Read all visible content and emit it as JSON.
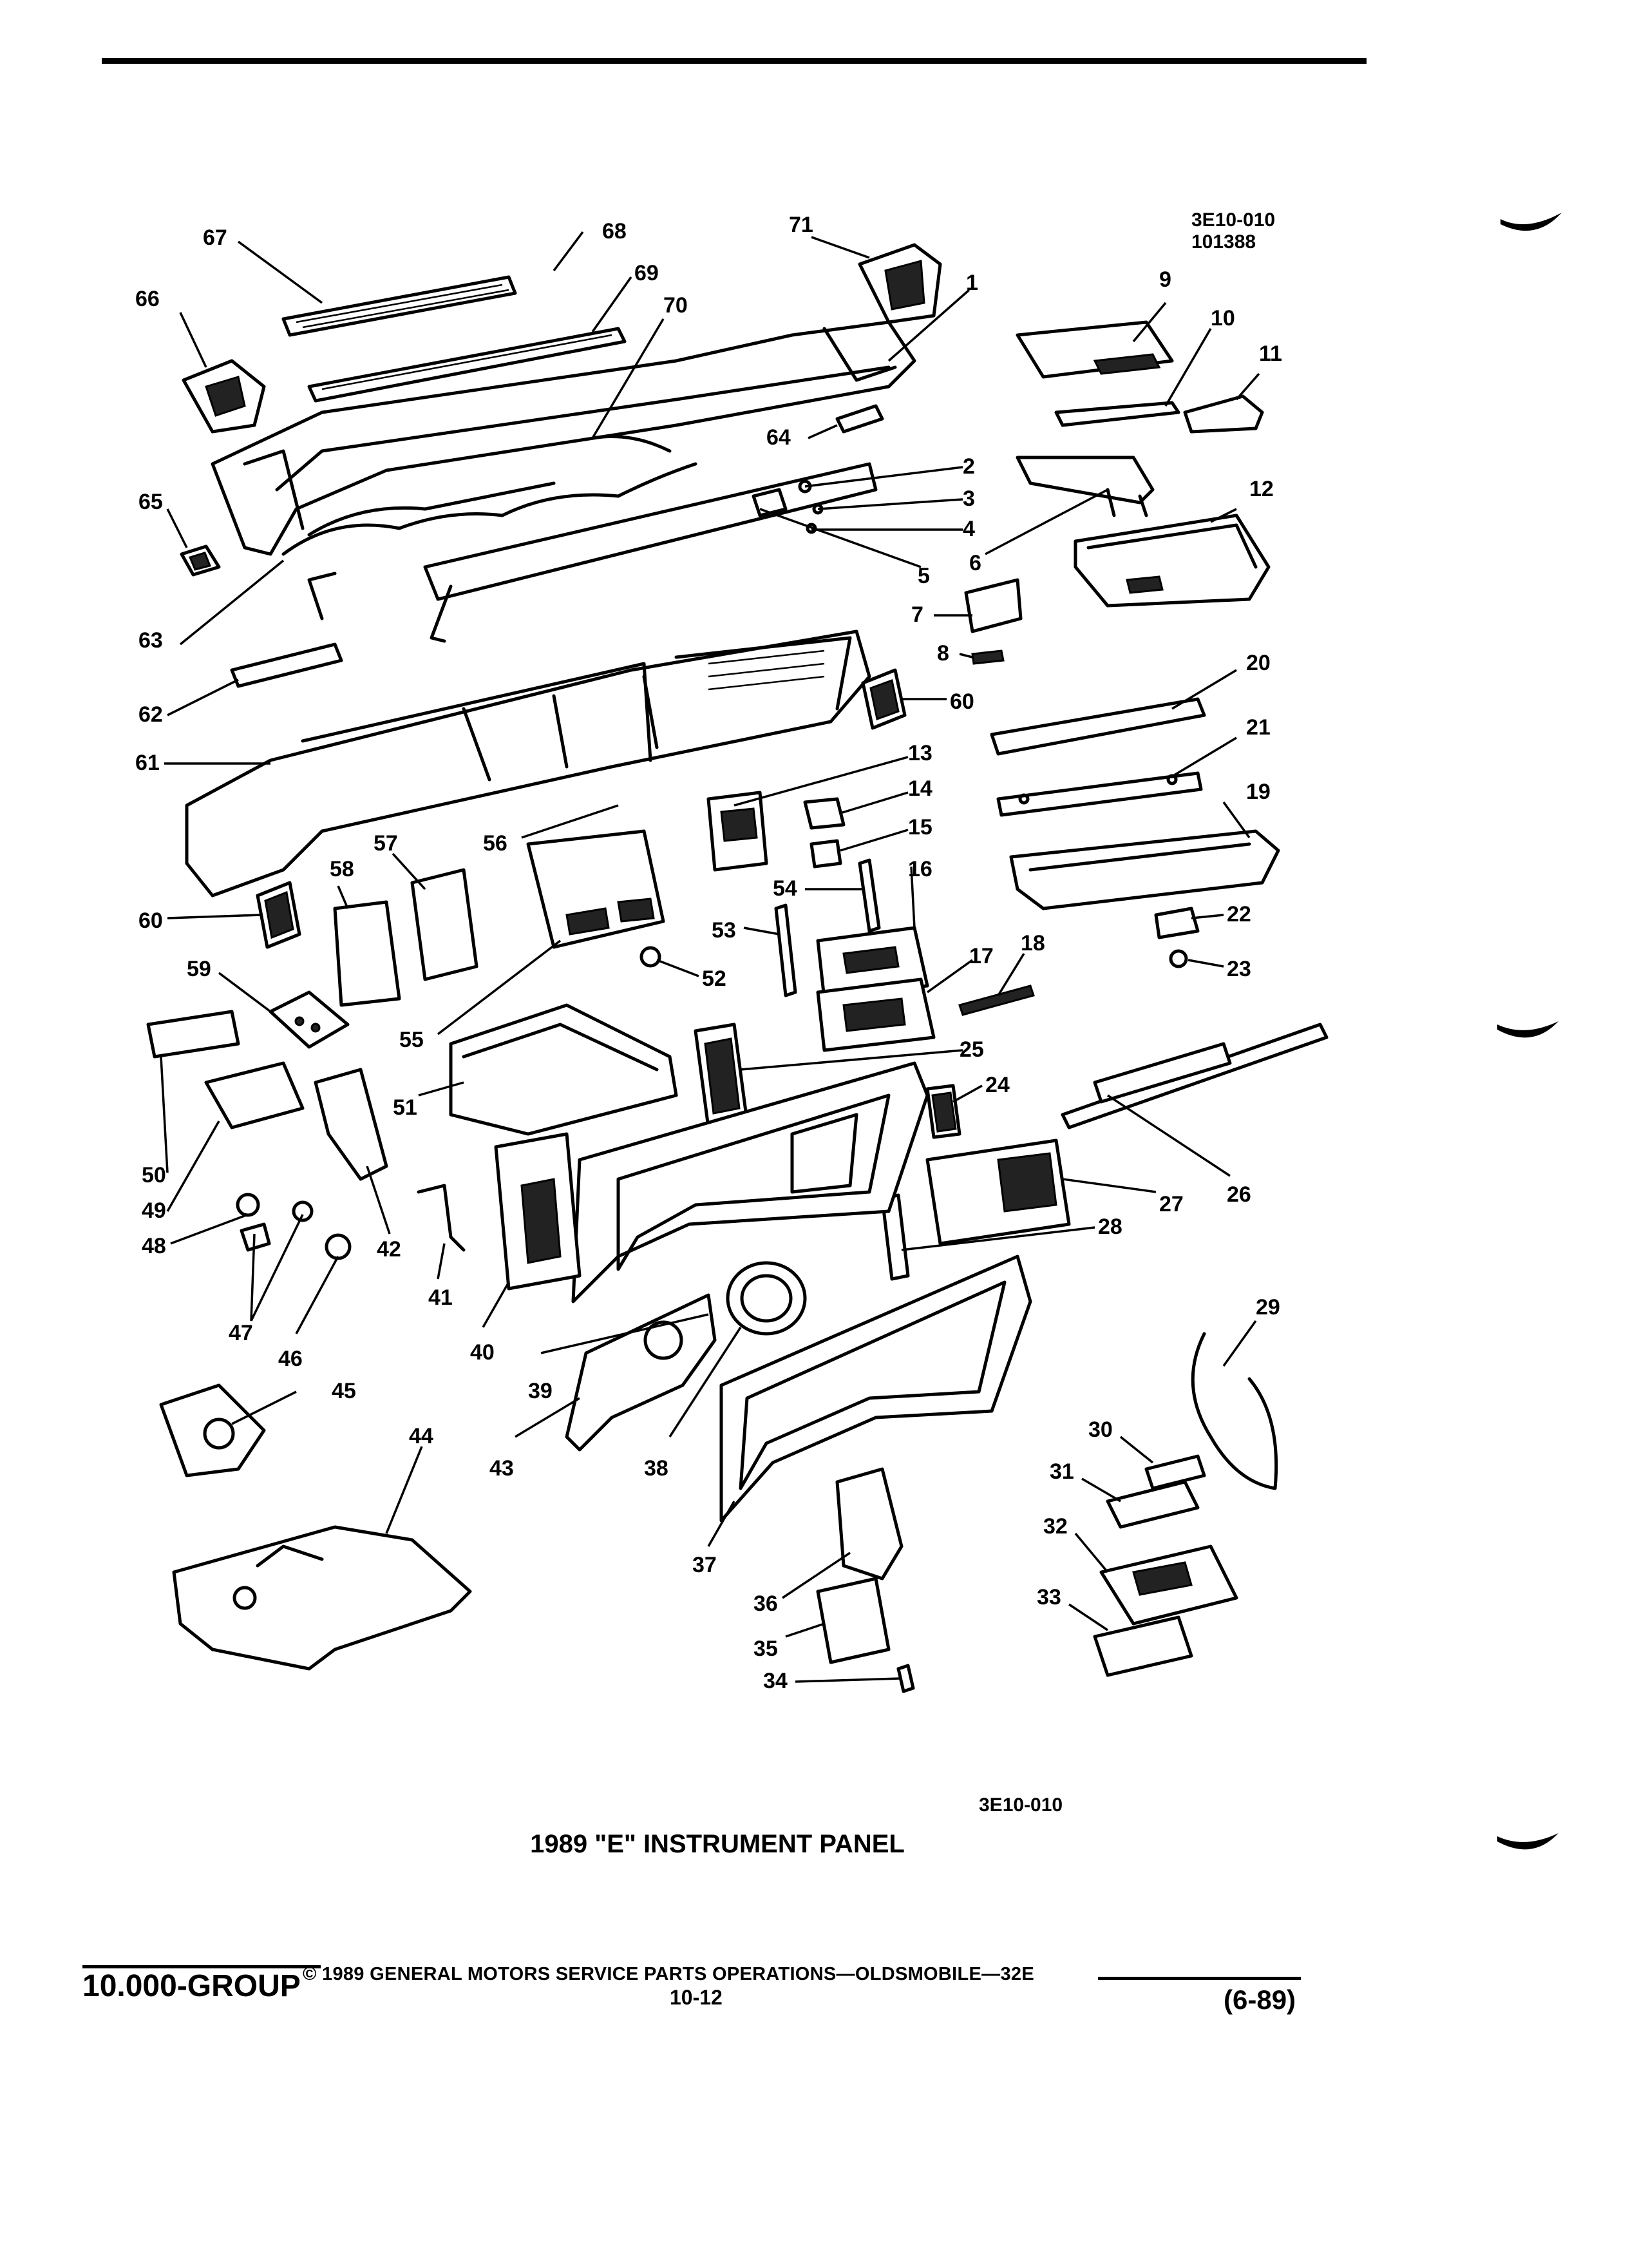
{
  "figure": {
    "code_line1": "3E10-010",
    "code_line2": "101388",
    "bottom_code": "3E10-010",
    "title": "1989 \"E\" INSTRUMENT PANEL"
  },
  "callouts": [
    "1",
    "2",
    "3",
    "4",
    "5",
    "6",
    "7",
    "8",
    "9",
    "10",
    "11",
    "12",
    "13",
    "14",
    "15",
    "16",
    "17",
    "18",
    "19",
    "20",
    "21",
    "22",
    "23",
    "24",
    "25",
    "26",
    "27",
    "28",
    "29",
    "30",
    "31",
    "32",
    "33",
    "34",
    "35",
    "36",
    "37",
    "38",
    "39",
    "40",
    "41",
    "42",
    "43",
    "44",
    "45",
    "46",
    "47",
    "48",
    "49",
    "50",
    "51",
    "52",
    "53",
    "54",
    "55",
    "56",
    "57",
    "58",
    "59",
    "60",
    "60",
    "61",
    "62",
    "63",
    "64",
    "65",
    "66",
    "67",
    "68",
    "69",
    "70",
    "71"
  ],
  "footer": {
    "group": "10.000-GROUP",
    "copyright": "© 1989 GENERAL MOTORS SERVICE PARTS OPERATIONS—OLDSMOBILE—32E",
    "page": "10-12",
    "date": "(6-89)"
  }
}
